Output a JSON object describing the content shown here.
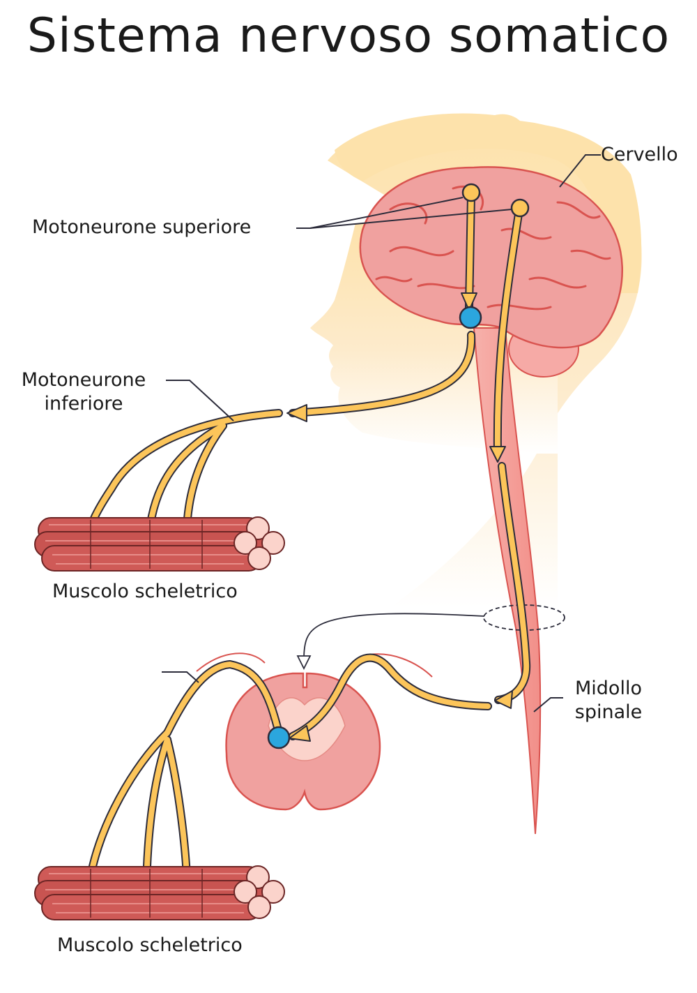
{
  "title": "Sistema nervoso somatico",
  "labels": {
    "cervello": "Cervello",
    "motoneurone_superiore": "Motoneurone superiore",
    "motoneurone_inferiore_line1": "Motoneurone",
    "motoneurone_inferiore_line2": "inferiore",
    "muscolo_top": "Muscolo scheletrico",
    "muscolo_bottom": "Muscolo scheletrico",
    "midollo_line1": "Midollo",
    "midollo_line2": "spinale"
  },
  "colors": {
    "skin": "#fde3b0",
    "brain": "#f0a19f",
    "brain_outline": "#d9534f",
    "nerve": "#fcc55a",
    "nerve_outline": "#2b2b3a",
    "neuron_body": "#2ba6de",
    "muscle": "#cf5a57",
    "muscle_end": "#fbd3cb"
  }
}
